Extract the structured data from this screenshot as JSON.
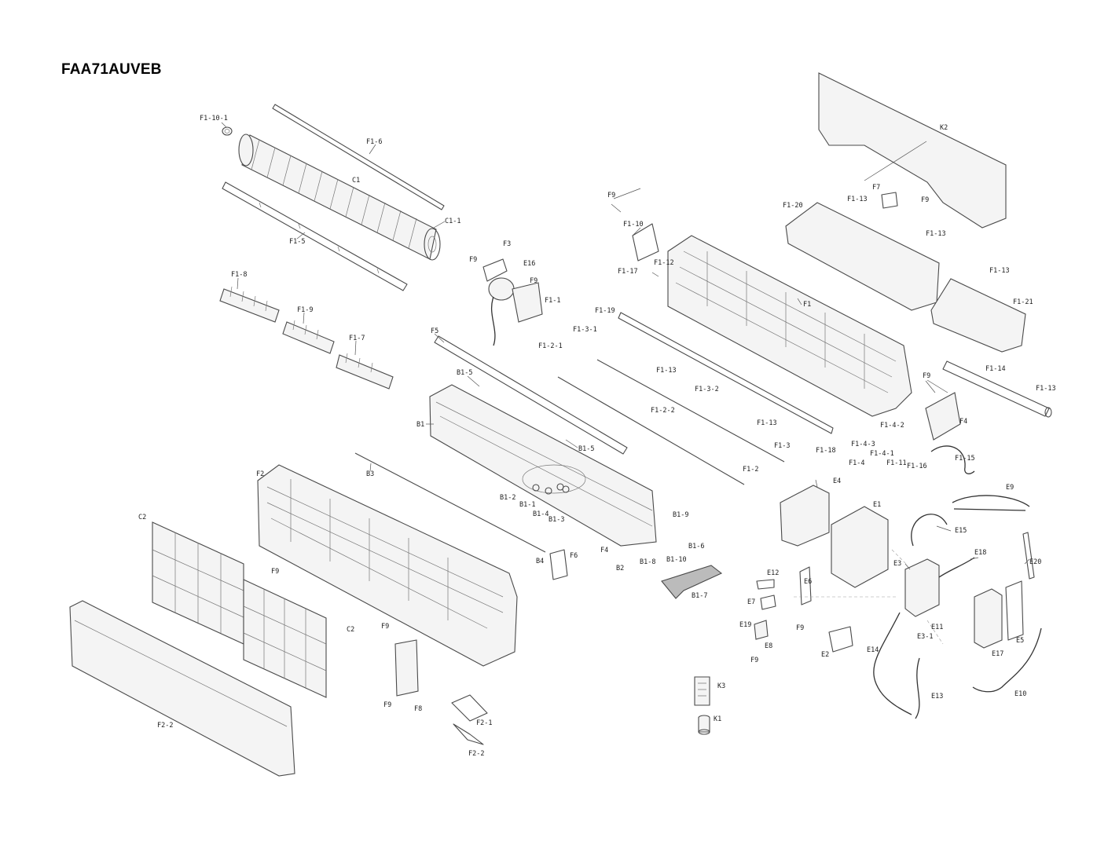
{
  "title": "FAA71AUVEB",
  "labels": {
    "F1_10_1": "F1-10-1",
    "F1_6": "F1-6",
    "C1": "C1",
    "C1_1": "C1-1",
    "F1_5": "F1-5",
    "F1_8": "F1-8",
    "F1_9": "F1-9",
    "F1_7": "F1-7",
    "F3": "F3",
    "F9": "F9",
    "E16": "E16",
    "F1_1": "F1-1",
    "F5": "F5",
    "B1_5": "B1-5",
    "B1": "B1",
    "B3": "B3",
    "B1_2": "B1-2",
    "B1_1": "B1-1",
    "B1_4": "B1-4",
    "B1_3": "B1-3",
    "F4": "F4",
    "B1_9": "B1-9",
    "B1_6": "B1-6",
    "B1_10": "B1-10",
    "B1_8": "B1-8",
    "B2": "B2",
    "B4": "B4",
    "F6": "F6",
    "B1_7": "B1-7",
    "F2": "F2",
    "C2": "C2",
    "F2_2": "F2-2",
    "F8": "F8",
    "F2_1": "F2-1",
    "F1_2_1": "F1-2-1",
    "F1_3_1": "F1-3-1",
    "F1_13": "F1-13",
    "F1_19": "F1-19",
    "F1_2_2": "F1-2-2",
    "F1_3_2": "F1-3-2",
    "F1_2": "F1-2",
    "F1_3": "F1-3",
    "F1_18": "F1-18",
    "F1_10": "F1-10",
    "F1_12": "F1-12",
    "F1_17": "F1-17",
    "F1": "F1",
    "F1_20": "F1-20",
    "F7": "F7",
    "K2": "K2",
    "F1_21": "F1-21",
    "F1_14": "F1-14",
    "F1_4_2": "F1-4-2",
    "F1_4_3": "F1-4-3",
    "F1_4_1": "F1-4-1",
    "F1_4": "F1-4",
    "F1_11": "F1-11",
    "F1_16": "F1-16",
    "F1_15": "F1-15",
    "E4": "E4",
    "E1": "E1",
    "E15": "E15",
    "E9": "E9",
    "E18": "E18",
    "E20": "E20",
    "E3": "E3",
    "E12": "E12",
    "E6": "E6",
    "E7": "E7",
    "E19": "E19",
    "E8": "E8",
    "E2": "E2",
    "E11": "E11",
    "E3_1": "E3-1",
    "E14": "E14",
    "E13": "E13",
    "E17": "E17",
    "E5": "E5",
    "E10": "E10",
    "K3": "K3",
    "K1": "K1"
  }
}
